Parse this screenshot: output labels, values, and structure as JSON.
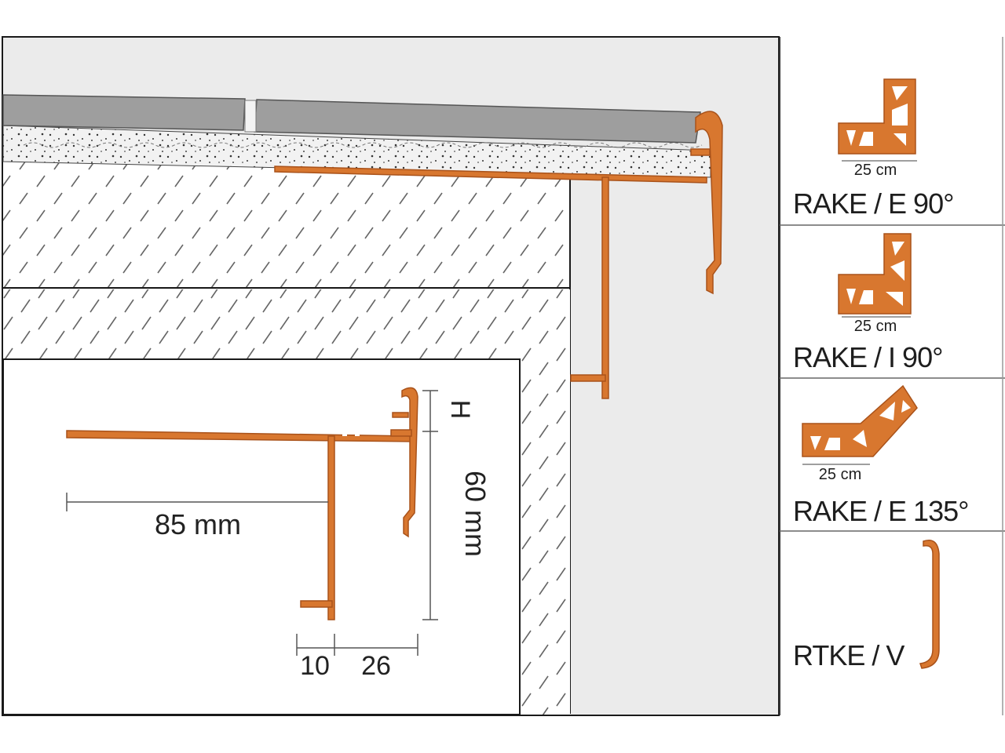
{
  "colors": {
    "background": "#ffffff",
    "wall_fill": "#ebebeb",
    "profile_orange": "#d8772f",
    "profile_outline": "#a9521a",
    "tile_gray": "#9e9e9e",
    "hatch_line": "#555555",
    "frame_line": "#1a1a1a",
    "text": "#1e1e1e"
  },
  "main_section": {
    "dimensions": {
      "width_85": "85 mm",
      "height_60": "60 mm",
      "height_h": "H",
      "base_10": "10",
      "base_26": "26"
    }
  },
  "sidebar": {
    "items": [
      {
        "name": "RAKE / E 90°",
        "size": "25 cm",
        "icon": "outer-corner-90-icon"
      },
      {
        "name": "RAKE / I 90°",
        "size": "25 cm",
        "icon": "inner-corner-90-icon"
      },
      {
        "name": "RAKE / E 135°",
        "size": "25 cm",
        "icon": "outer-corner-135-icon"
      },
      {
        "name": "RTKE / V",
        "icon": "connector-icon"
      }
    ]
  }
}
